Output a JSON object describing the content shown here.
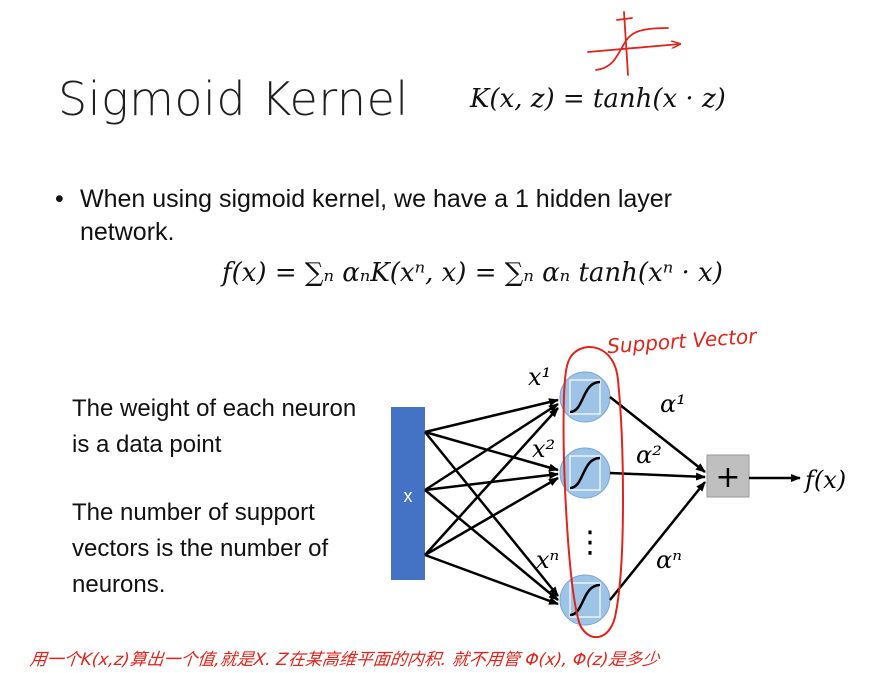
{
  "slide": {
    "title": "Sigmoid Kernel",
    "kernel_formula": "K(x, z) = tanh(x · z)",
    "bullet": "When using sigmoid kernel, we have a 1 hidden layer network.",
    "bullet_symbol": "•",
    "fx_formula": "f(x) = ∑ₙ αₙK(xⁿ, x) = ∑ₙ αₙ tanh(xⁿ · x)",
    "side_text_1": "The weight of each neuron is a data point",
    "side_text_2": "The number of support vectors is the number of neurons."
  },
  "diagram": {
    "input_label": "x",
    "neuron_input_labels": [
      "x¹",
      "x²",
      "xⁿ"
    ],
    "weight_labels": [
      "α¹",
      "α²",
      "αⁿ"
    ],
    "sum_symbol": "+",
    "output_label": "f(x)",
    "ellipsis": "⋮",
    "colors": {
      "input_box": "#4472c4",
      "neuron_fill": "#9dc3e6",
      "sum_box": "#bfbfbf",
      "annotation": "#e0241b"
    }
  },
  "annotations": {
    "support_vector_label": "Support Vector",
    "bottom_note": "用一个K(x,z)算出一个值,就是X. Z在某高维平面的内积. 就不用管 Φ(x), Φ(z)是多少"
  }
}
